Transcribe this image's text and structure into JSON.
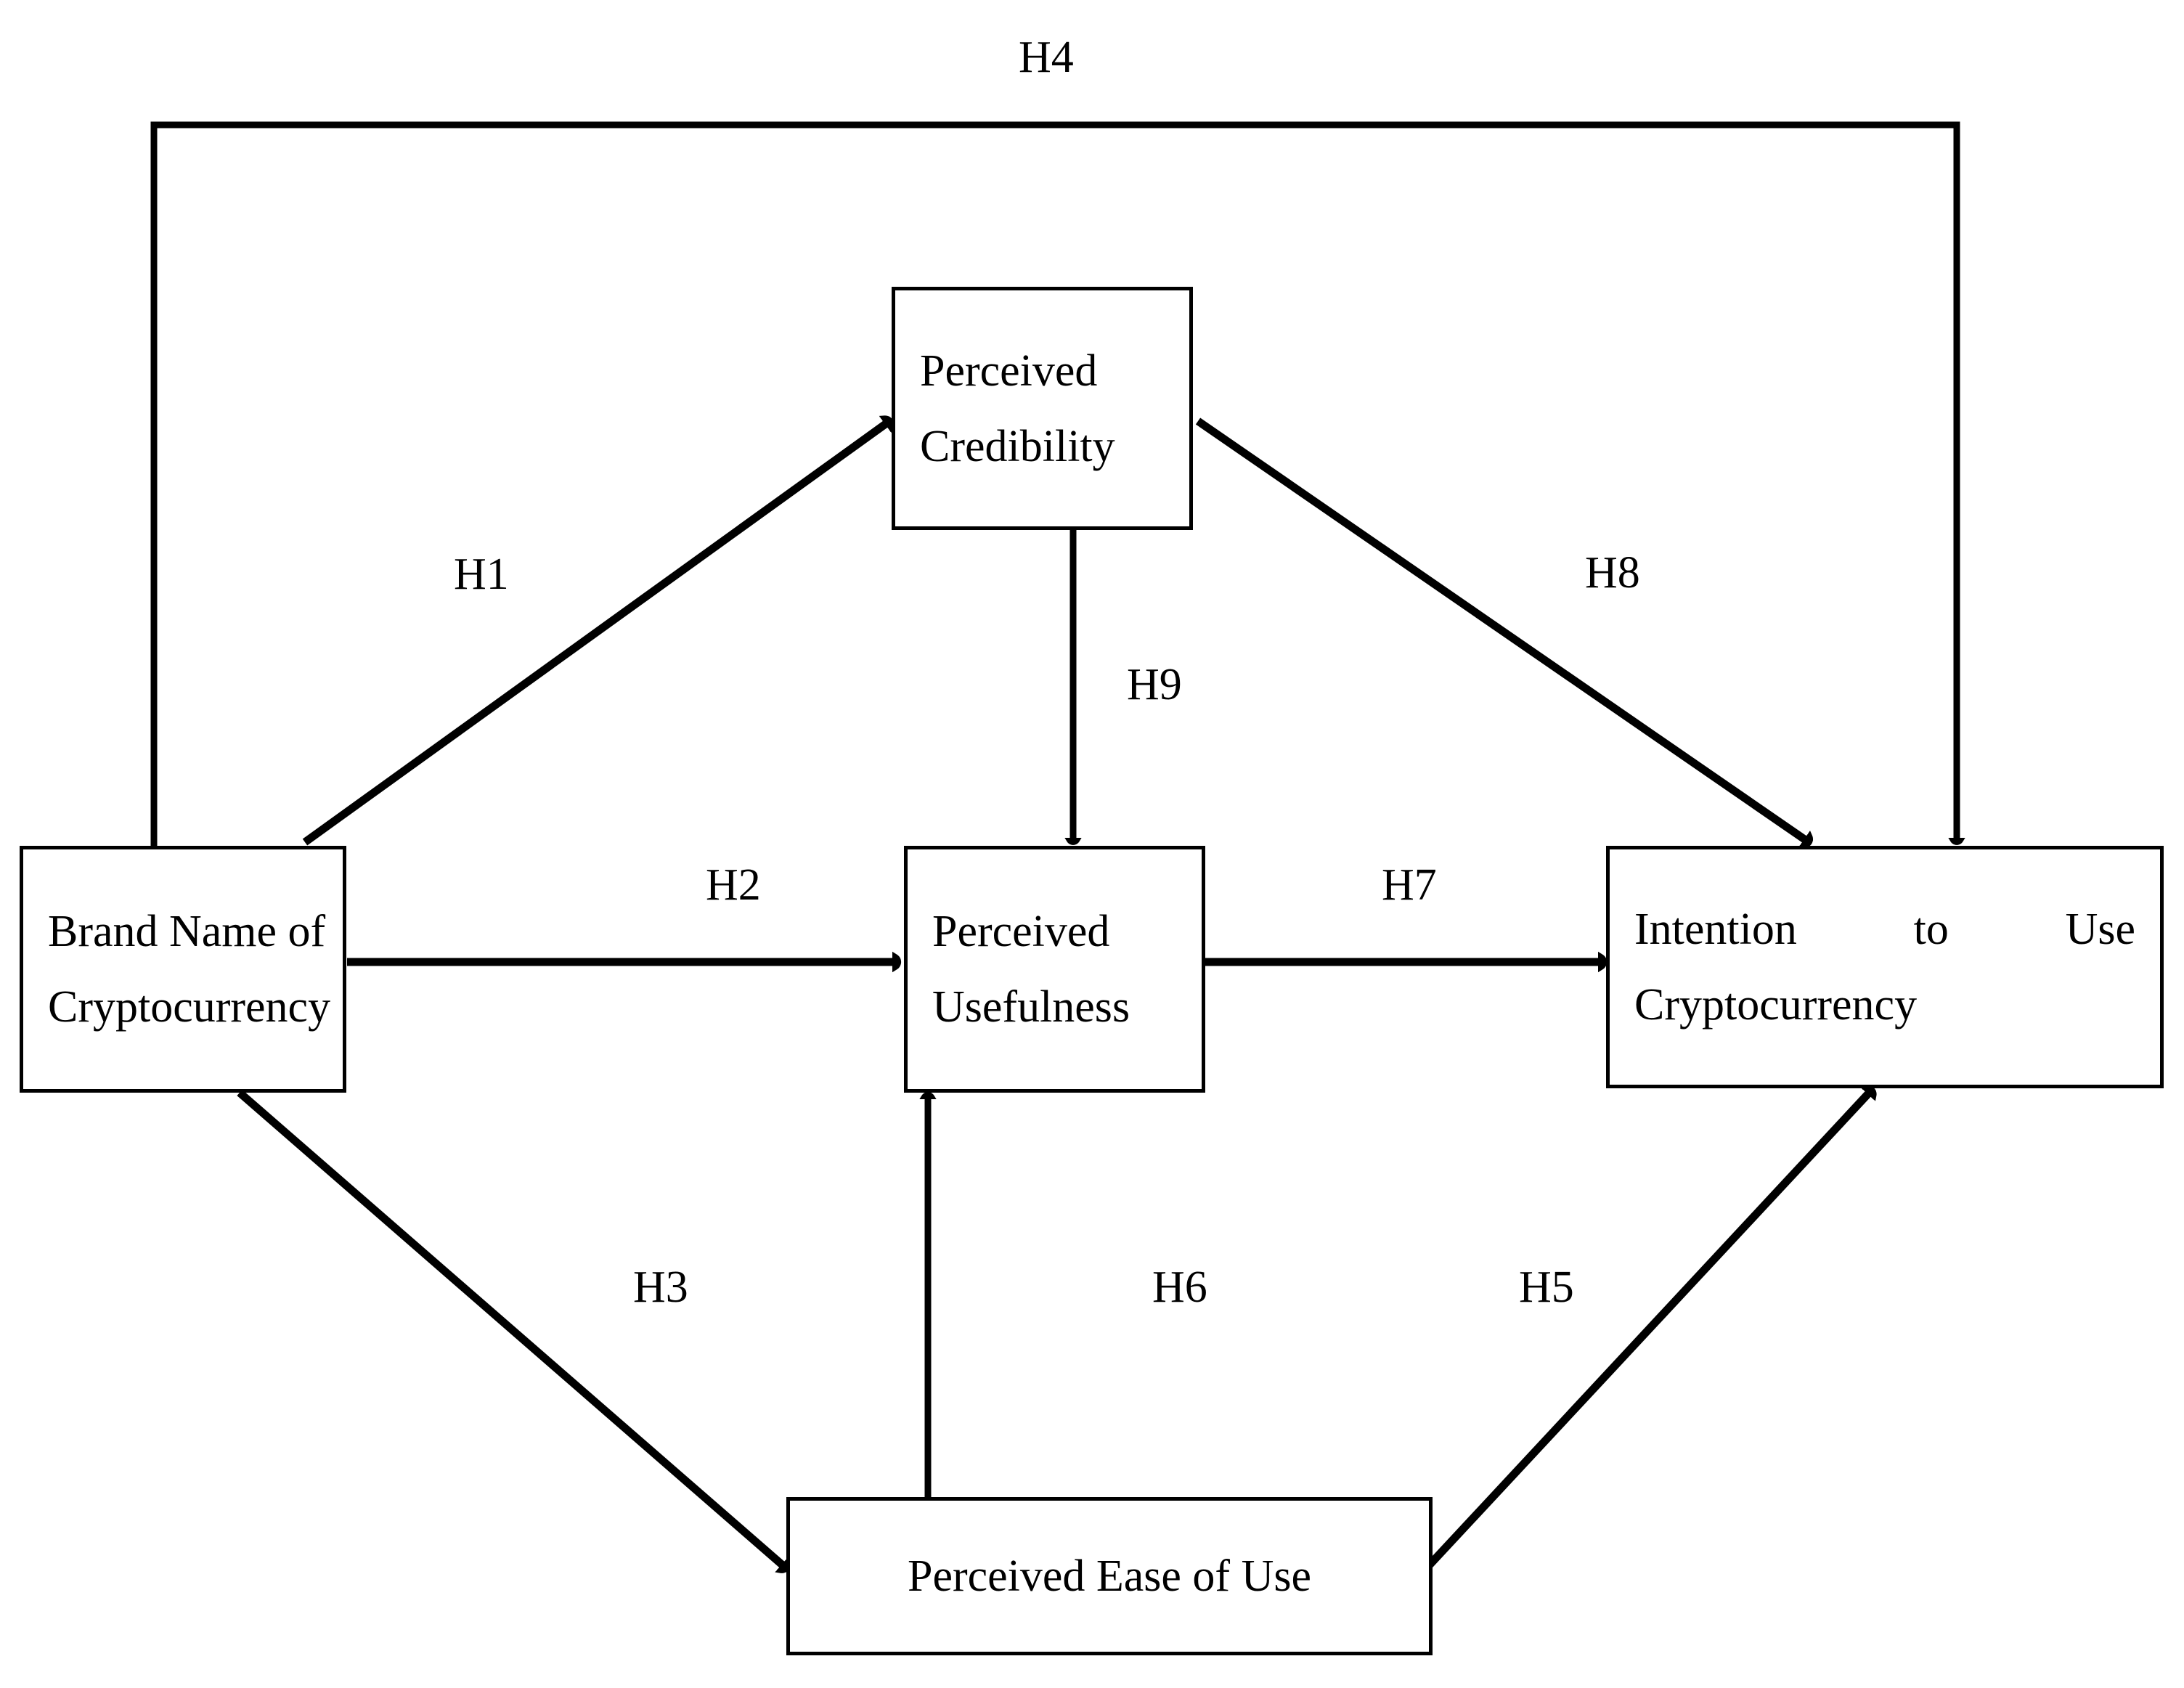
{
  "diagram": {
    "title_present": false,
    "background_color": "#ffffff",
    "stroke_color": "#000000",
    "text_color": "#000000",
    "nodes": [
      {
        "id": "brand-name",
        "label_line1": "Brand Name of",
        "label_line2": "Cryptocurrency",
        "align": "justify"
      },
      {
        "id": "perceived-credibility",
        "label_line1": "Perceived",
        "label_line2": "Credibility",
        "align": "left"
      },
      {
        "id": "perceived-usefulness",
        "label_line1": "Perceived",
        "label_line2": "Usefulness",
        "align": "left"
      },
      {
        "id": "intention-to-use",
        "label_line1": "Intention to Use",
        "label_line2": "Cryptocurrency",
        "align": "justify"
      },
      {
        "id": "perceived-ease-of-use",
        "label_line1": "Perceived Ease of Use",
        "align": "center"
      }
    ],
    "edges": [
      {
        "id": "h1",
        "label": "H1",
        "from": "brand-name",
        "to": "perceived-credibility"
      },
      {
        "id": "h2",
        "label": "H2",
        "from": "brand-name",
        "to": "perceived-usefulness"
      },
      {
        "id": "h3",
        "label": "H3",
        "from": "brand-name",
        "to": "perceived-ease-of-use"
      },
      {
        "id": "h4",
        "label": "H4",
        "from": "brand-name",
        "to": "intention-to-use"
      },
      {
        "id": "h5",
        "label": "H5",
        "from": "perceived-ease-of-use",
        "to": "intention-to-use"
      },
      {
        "id": "h6",
        "label": "H6",
        "from": "perceived-ease-of-use",
        "to": "perceived-usefulness"
      },
      {
        "id": "h7",
        "label": "H7",
        "from": "perceived-usefulness",
        "to": "intention-to-use"
      },
      {
        "id": "h8",
        "label": "H8",
        "from": "perceived-credibility",
        "to": "intention-to-use"
      },
      {
        "id": "h9",
        "label": "H9",
        "from": "perceived-credibility",
        "to": "perceived-usefulness"
      }
    ]
  }
}
